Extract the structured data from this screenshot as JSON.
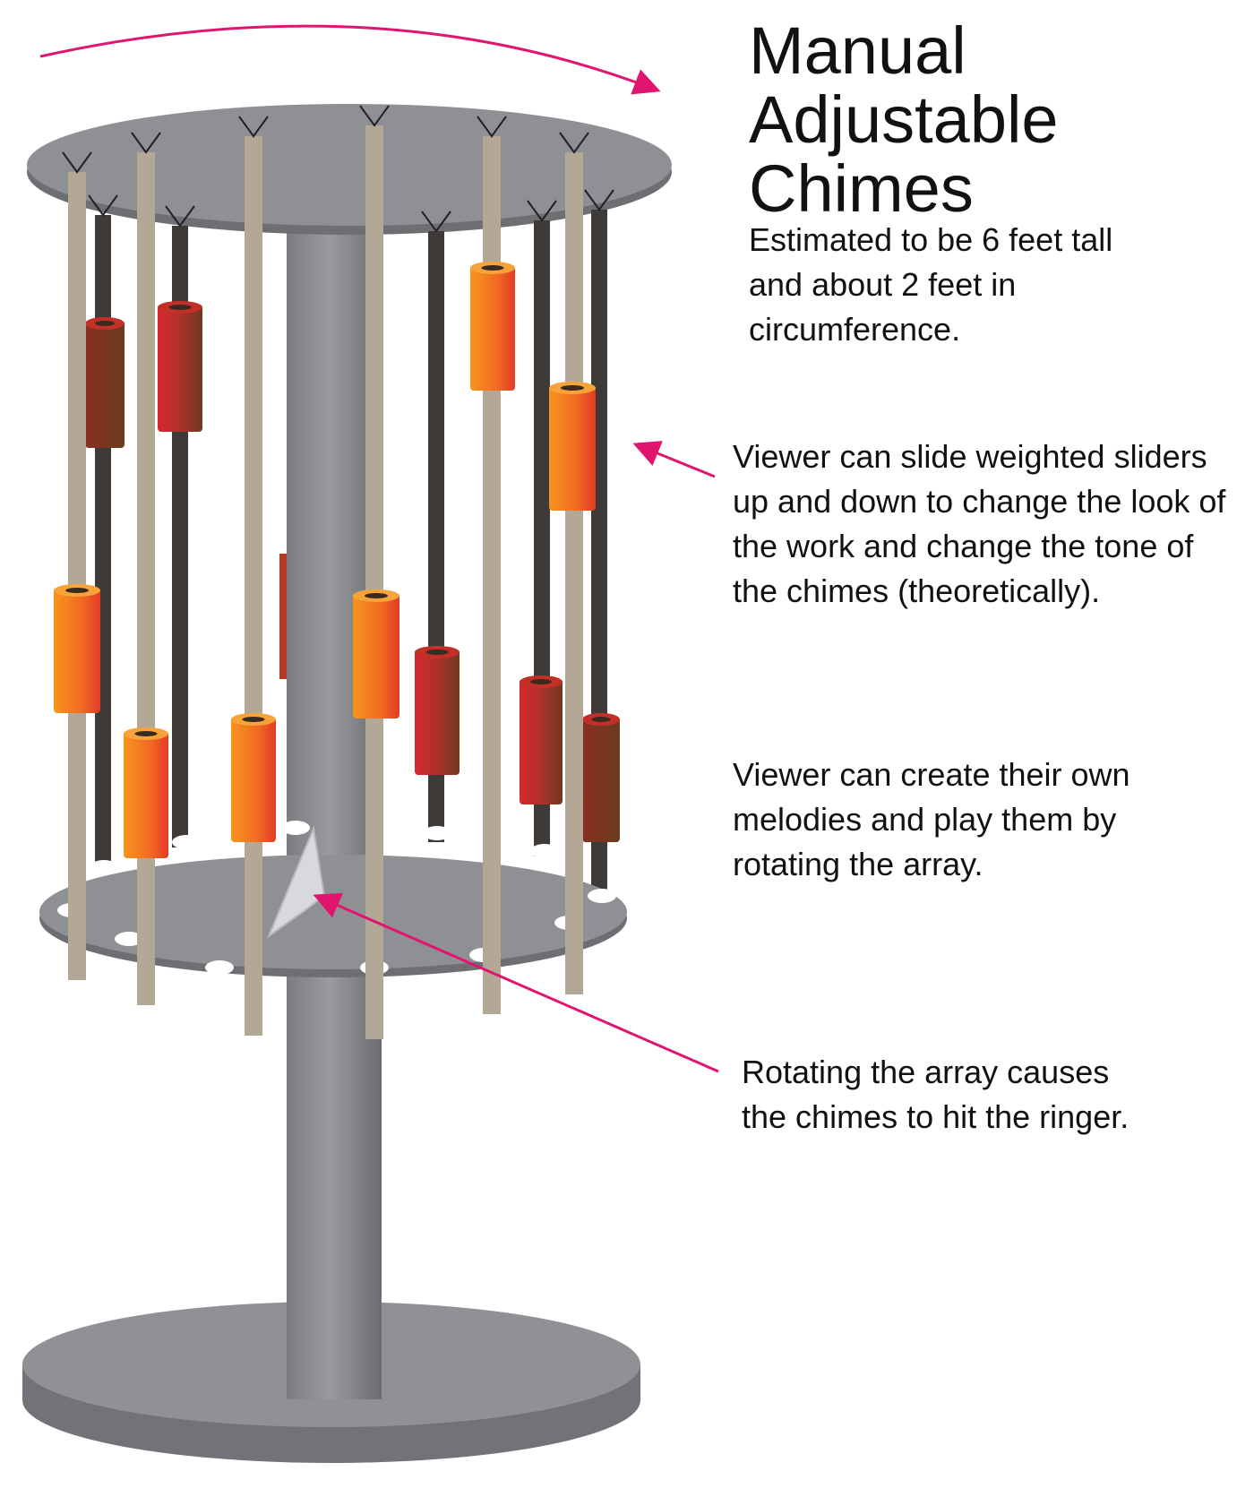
{
  "title": [
    "Manual",
    "Adjustable",
    "Chimes"
  ],
  "notes": {
    "size": "Estimated to be 6 feet tall and about 2 feet in circumference.",
    "sliders": "Viewer can slide weighted sliders up and down to change the look of the work and change the tone of the chimes (theoretically).",
    "melodies": "Viewer can create their own melodies and play them by rotating the array.",
    "rotation": "Rotating the array causes the chimes to hit the ringer."
  },
  "colors": {
    "arrow": "#e0156f",
    "metal": "#8e8f93",
    "metal_dark": "#6f7074",
    "rod_light": "#b3a896",
    "rod_dark": "#3e3a38",
    "slider_orange": "#f58a1f",
    "slider_red": "#d93a26",
    "slider_brown": "#7a3a20"
  }
}
